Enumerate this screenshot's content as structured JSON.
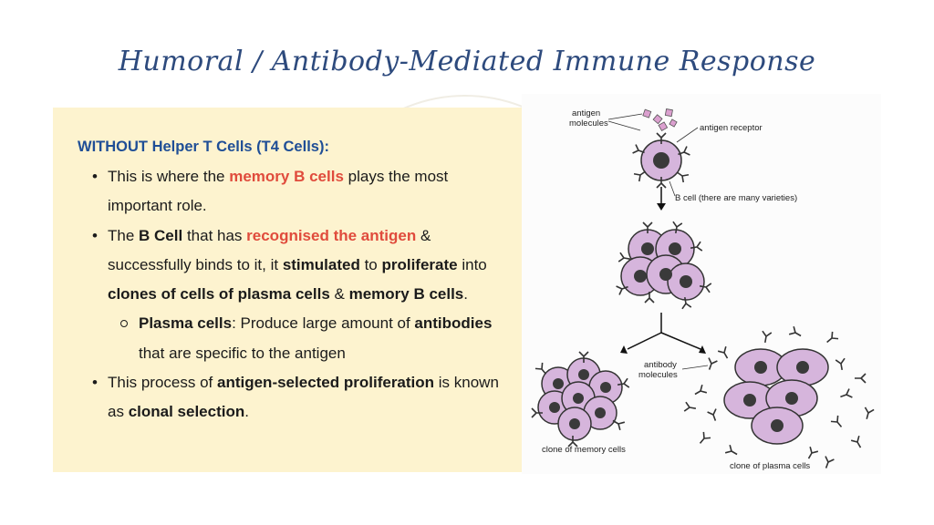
{
  "page": {
    "title": "Humoral / Antibody-Mediated Immune Response"
  },
  "text_panel": {
    "heading": "WITHOUT Helper T Cells (T4 Cells):",
    "bullet1": {
      "t1": "This is where the ",
      "h1": "memory B cells",
      "t2": " plays the most important role."
    },
    "bullet2": {
      "t1": "The ",
      "b1": "B Cell",
      "t2": " that has ",
      "h1": "recognised the antigen",
      "t3": " & successfully binds to it, it ",
      "b2": "stimulated",
      "t4": " to ",
      "b3": "proliferate",
      "t5": " into ",
      "b4": "clones of cells of plasma cells",
      "t6": " & ",
      "b5": "memory B cells",
      "t7": ".",
      "sub": {
        "b1": "Plasma cells",
        "t1": ": Produce large amount of ",
        "b2": "antibodies",
        "t2": " that are specific to the antigen"
      }
    },
    "bullet3": {
      "t1": "This process of ",
      "b1": "antigen-selected proliferation",
      "t2": " is known as ",
      "b2": "clonal selection",
      "t3": "."
    }
  },
  "figure": {
    "label_antigen_molecules_1": "antigen",
    "label_antigen_molecules_2": "molecules",
    "label_antigen_receptor": "antigen receptor",
    "label_b_cell": "B cell (there are many varieties)",
    "label_antibody_molecules_1": "antibody",
    "label_antibody_molecules_2": "molecules",
    "label_clone_memory": "clone of memory cells",
    "label_clone_plasma": "clone of plasma cells"
  },
  "colors": {
    "title": "#2d4a7d",
    "heading": "#1f4e96",
    "highlight": "#e04b3c",
    "panel_bg": "#fdf3cf",
    "cell_fill": "#d6b5dc"
  }
}
